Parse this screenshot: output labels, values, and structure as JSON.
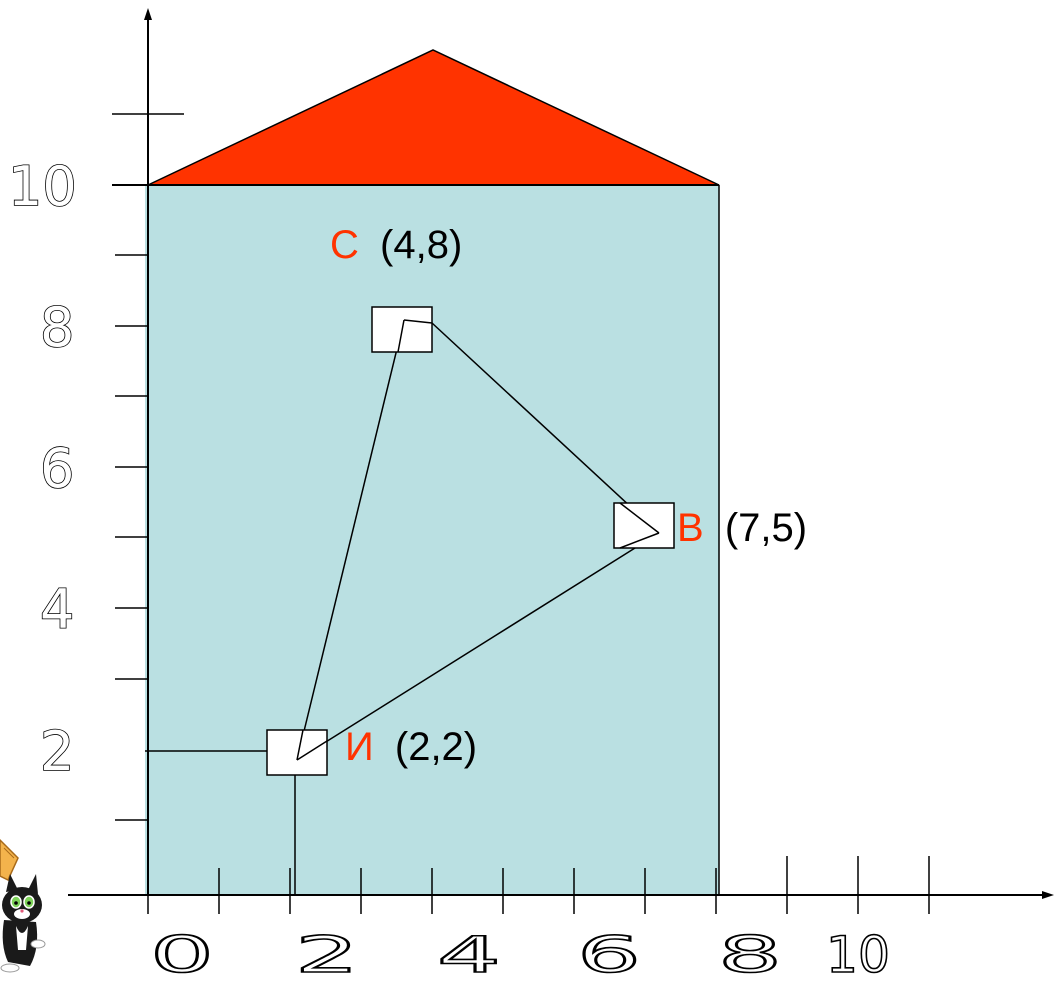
{
  "colors": {
    "house": "#bae0e2",
    "roof": "#ff3300",
    "letter": "#ff3300",
    "coord": "#000000",
    "line": "#000000"
  },
  "y_ticks": [
    "10",
    "8",
    "6",
    "4",
    "2"
  ],
  "x_ticks": [
    "0",
    "2",
    "4",
    "6",
    "8",
    "10"
  ],
  "points": [
    {
      "letter": "С",
      "coord": "(4,8)",
      "x": 4,
      "y": 8
    },
    {
      "letter": "В",
      "coord": "(7,5)",
      "x": 7,
      "y": 5
    },
    {
      "letter": "И",
      "coord": "(2,2)",
      "x": 2,
      "y": 2
    }
  ],
  "mascot_icon": "cartoon-cat-icon"
}
